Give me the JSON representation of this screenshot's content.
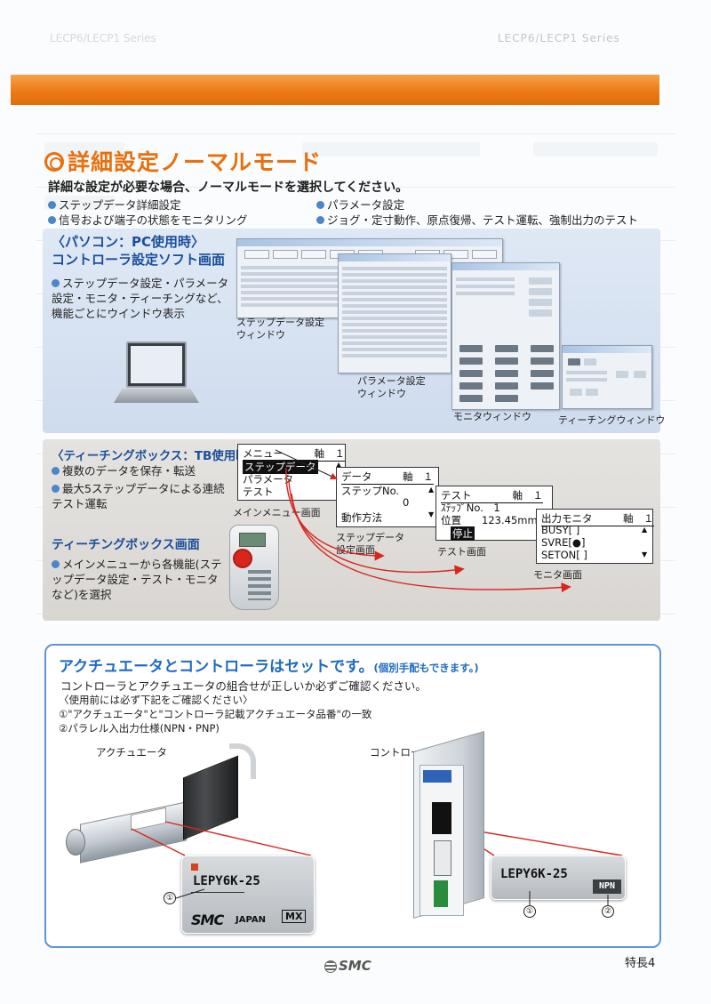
{
  "header": {
    "series": "LECP6/LECP1 Series",
    "left_ghost": "LECP6/LECP1 Series"
  },
  "section": {
    "title": "詳細設定ノーマルモード",
    "lead": "詳細な設定が必要な場合、ノーマルモードを選択してください。",
    "bullets_left": [
      "ステップデータ詳細設定",
      "信号および端子の状態をモニタリング"
    ],
    "bullets_right": [
      "パラメータ設定",
      "ジョグ・定寸動作、原点復帰、テスト運転、強制出力のテスト"
    ]
  },
  "pc": {
    "title_1": "〈パソコン：PC使用時〉",
    "title_2": "コントローラ設定ソフト画面",
    "desc": "ステップデータ設定・パラメータ設定・モニタ・ティーチングなど、機能ごとにウインドウ表示",
    "captions": {
      "step": [
        "ステップデータ設定",
        "ウィンドウ"
      ],
      "param": [
        "パラメータ設定",
        "ウィンドウ"
      ],
      "monitor": "モニタウィンドウ",
      "teaching": "ティーチングウィンドウ"
    }
  },
  "tb": {
    "title": "〈ティーチングボックス：TB使用時〉",
    "bullets": [
      "複数のデータを保存・転送",
      "最大5ステップデータによる連続テスト運転"
    ],
    "subtitle": "ティーチングボックス画面",
    "sub_desc": "メインメニューから各機能(ステップデータ設定・テスト・モニタなど)を選択",
    "screens": {
      "main": {
        "l1": "メニュー　　　軸　１",
        "selected": "ステップデータ",
        "l3": "パラメータ",
        "l4": "テスト",
        "caption": "メインメニュー画面"
      },
      "step": {
        "l1": "データ　　　軸　１",
        "l2": "ステップNo.",
        "l3": "0",
        "l4": "動作方法",
        "caption_1": "ステップデータ",
        "caption_2": "設定画面"
      },
      "test": {
        "l1": "テスト　　　　軸　１",
        "l2": "ｽﾃｯﾌﾟNo.　1",
        "l3": "位置　　123.45mm",
        "l4": "停止",
        "caption": "テスト画面"
      },
      "monitor": {
        "l1": "出力モニタ　　　軸　１",
        "l2": "BUSY[ ]",
        "l3": "SVRE[●]",
        "l4": "SETON[ ]",
        "caption": "モニタ画面"
      }
    }
  },
  "set": {
    "title": "アクチュエータとコントローラはセットです。",
    "title_note": "(個別手配もできます。)",
    "line1": "コントローラとアクチュエータの組合せが正しいか必ずご確認ください。",
    "line2": "〈使用前には必ず下記をご確認ください〉",
    "line3": "①\"アクチュエータ\"と\"コントローラ記載アクチュエータ品番\"の一致",
    "line4": "②パラレル入出力仕様(NPN・PNP)",
    "label_actuator": "アクチュエータ",
    "label_controller": "コントローラ",
    "actuator_code": "LEPY6K-25",
    "actuator_brand": "SMC",
    "actuator_brand_sub": "JAPAN",
    "actuator_mx": "MX",
    "controller_code": "LEPY6K-25",
    "controller_npn": "NPN",
    "mark1": "①",
    "mark2": "②"
  },
  "footer": {
    "logo": "SMC",
    "page": "特長4"
  },
  "colors": {
    "orange": "#e8700e",
    "blue_title": "#1a4f9a",
    "set_blue": "#1f6bc1",
    "bullet_blue": "#4b86c8"
  }
}
